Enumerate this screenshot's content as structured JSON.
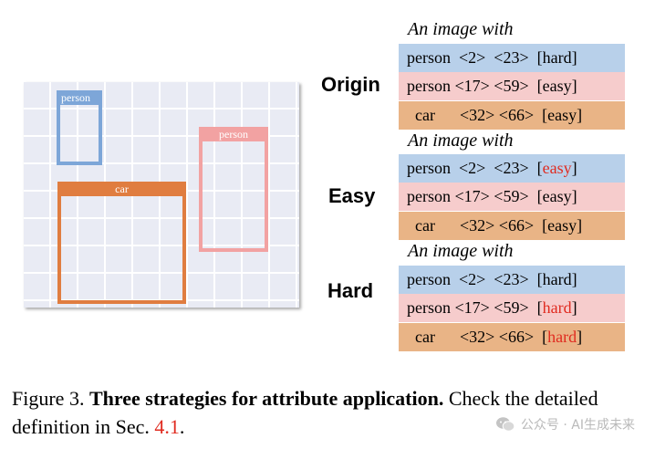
{
  "figure": {
    "boxes": {
      "person_blue": "person",
      "person_pink": "person",
      "car": "car"
    },
    "strategies": [
      {
        "label": "Origin",
        "header": "An image with",
        "rows": [
          {
            "obj": "person",
            "coords": "<2>  <23>",
            "open": "[",
            "attr": "hard",
            "close": "]"
          },
          {
            "obj": "person",
            "coords": "<17> <59>",
            "open": "[",
            "attr": "easy",
            "close": "]"
          },
          {
            "obj": "car",
            "coords": "<32> <66>",
            "open": "[",
            "attr": "easy",
            "close": "]"
          }
        ]
      },
      {
        "label": "Easy",
        "header": "An image with",
        "rows": [
          {
            "obj": "person",
            "coords": "<2>  <23>",
            "open": "[",
            "attr": "easy",
            "close": "]"
          },
          {
            "obj": "person",
            "coords": "<17> <59>",
            "open": "[",
            "attr": "easy",
            "close": "]"
          },
          {
            "obj": "car",
            "coords": "<32> <66>",
            "open": "[",
            "attr": "easy",
            "close": "]"
          }
        ]
      },
      {
        "label": "Hard",
        "header": "An image with",
        "rows": [
          {
            "obj": "person",
            "coords": "<2>  <23>",
            "open": "[",
            "attr": "hard",
            "close": "]"
          },
          {
            "obj": "person",
            "coords": "<17> <59>",
            "open": "[",
            "attr": "hard",
            "close": "]"
          },
          {
            "obj": "car",
            "coords": "<32> <66>",
            "open": "[",
            "attr": "hard",
            "close": "]"
          }
        ]
      }
    ],
    "highlight_color": "#e02b20"
  },
  "caption": {
    "prefix": "Figure 3.",
    "bold": "Three strategies for attribute application.",
    "rest": "Check the detailed definition in Sec.",
    "ref": "4.1",
    "end": "."
  },
  "watermark": {
    "icon": "wechat-icon",
    "text": "公众号 · AI生成未来"
  }
}
